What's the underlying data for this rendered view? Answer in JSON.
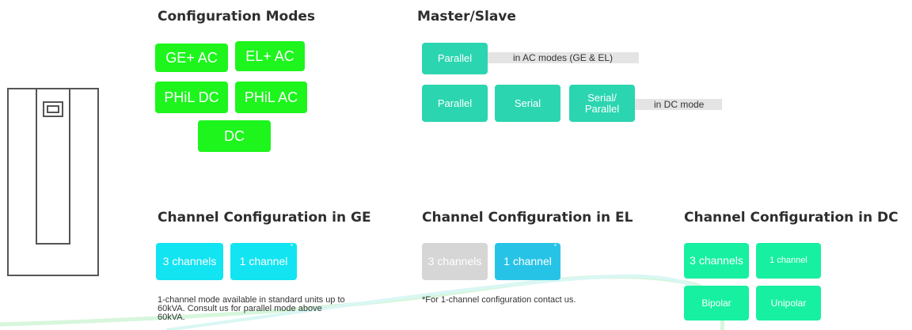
{
  "config_modes": {
    "title": "Configuration  Modes",
    "buttons": [
      "GE+ AC",
      "EL+ AC",
      "PHiL DC",
      "PHiL AC",
      "DC"
    ]
  },
  "master_slave": {
    "title": "Master/Slave",
    "ac_parallel": "Parallel",
    "ac_note": "in AC modes (GE & EL)",
    "dc_parallel": "Parallel",
    "dc_serial": "Serial",
    "dc_serial_parallel": "Serial/ Parallel",
    "dc_note": "in DC mode"
  },
  "channel_ge": {
    "title": "Channel  Configuration in GE",
    "three": "3 channels",
    "one": "1 channel",
    "star": "*",
    "note": "1-channel mode available in standard units up to 60kVA. Consult us for parallel mode above 60kVA."
  },
  "channel_el": {
    "title": "Channel  Configuration in EL",
    "three": "3 channels",
    "one": "1 channel",
    "star": "*",
    "note": "*For 1-channel configuration contact us."
  },
  "channel_dc": {
    "title": "Channel  Configuration in DC",
    "three": "3 channels",
    "one": "1 channel",
    "bipolar": "Bipolar",
    "unipolar": "Unipolar"
  },
  "colors": {
    "green": "#1df51d",
    "teal": "#2bd5b0",
    "cyan": "#12e4f2",
    "gray": "#d6d6d6",
    "blue": "#27c3e6",
    "mint": "#17f0a0"
  }
}
